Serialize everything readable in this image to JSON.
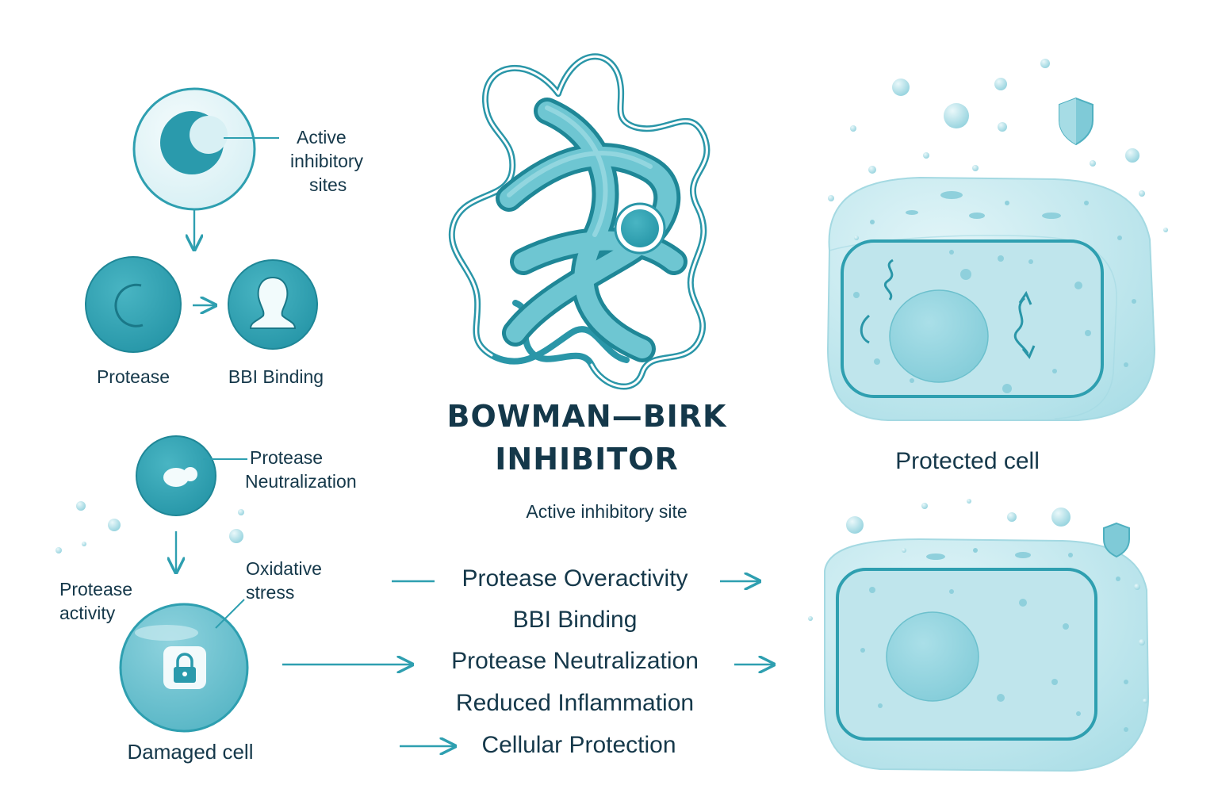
{
  "title": {
    "line1": "BOWMAN—BIRK",
    "line2": "INHIBITOR"
  },
  "labels": {
    "active_inhibitory_sites": [
      "Active",
      "inhibitory",
      "sites"
    ],
    "protease": "Protease",
    "bbi_binding": "BBI Binding",
    "protease_neutralization_small": [
      "Protease",
      "Neutralization"
    ],
    "protease_activity": [
      "Protease",
      "activity"
    ],
    "oxidative_stress": [
      "Oxidative",
      "stress"
    ],
    "damaged_cell": "Damaged cell",
    "active_inhibitory_site": "Active inhibitory site",
    "protected_cell": "Protected cell"
  },
  "pathway": [
    "Protease Overactivity",
    "BBI Binding",
    "Protease Neutralization",
    "Reduced Inflammation",
    "Cellular Protection"
  ],
  "icons": {
    "active_site": "crescent-icon",
    "protease": "crescent-outline-icon",
    "bbi_binding": "silhouette-icon",
    "neutralization": "blob-icon",
    "damaged_cell": "lock-icon",
    "protected_cell": "shield-icon"
  },
  "colors": {
    "teal": "#2e9fb0",
    "teal_dark": "#1f8797",
    "teal_light": "#bfe7ef",
    "cell_fill": "#cdebf1",
    "text": "#15384a"
  }
}
